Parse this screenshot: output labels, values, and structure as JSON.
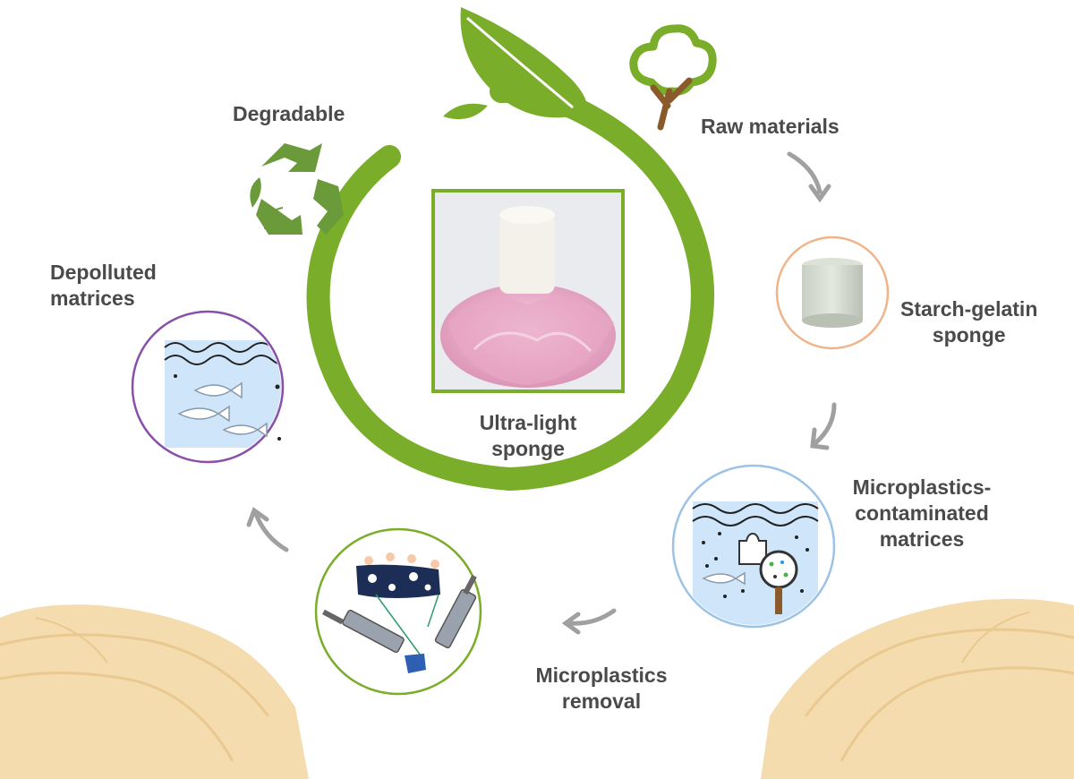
{
  "labels": {
    "degradable": "Degradable",
    "raw_materials": "Raw materials",
    "depolluted_1": "Depolluted",
    "depolluted_2": "matrices",
    "starch_1": "Starch-gelatin",
    "starch_2": "sponge",
    "ultralight_1": "Ultra-light",
    "ultralight_2": "sponge",
    "contaminated_1": "Microplastics-",
    "contaminated_2": "contaminated",
    "contaminated_3": "matrices",
    "removal_1": "Microplastics",
    "removal_2": "removal"
  },
  "colors": {
    "leaf_green": "#7aad2a",
    "recycle_green": "#6a9a3a",
    "text": "#4a4a4a",
    "arrow_gray": "#a0a0a0",
    "hand": "#f5dcae",
    "water": "#cfe6fa",
    "starch_ring": "#f0b48a",
    "contaminated_ring": "#9cc3e6",
    "removal_ring": "#7aad2a",
    "depolluted_ring": "#8a4fa8"
  },
  "icons": [
    "recycle-icon",
    "tree-icon",
    "fish-icon",
    "magnifier-icon",
    "syringe-icon",
    "plastic-bag-icon"
  ]
}
